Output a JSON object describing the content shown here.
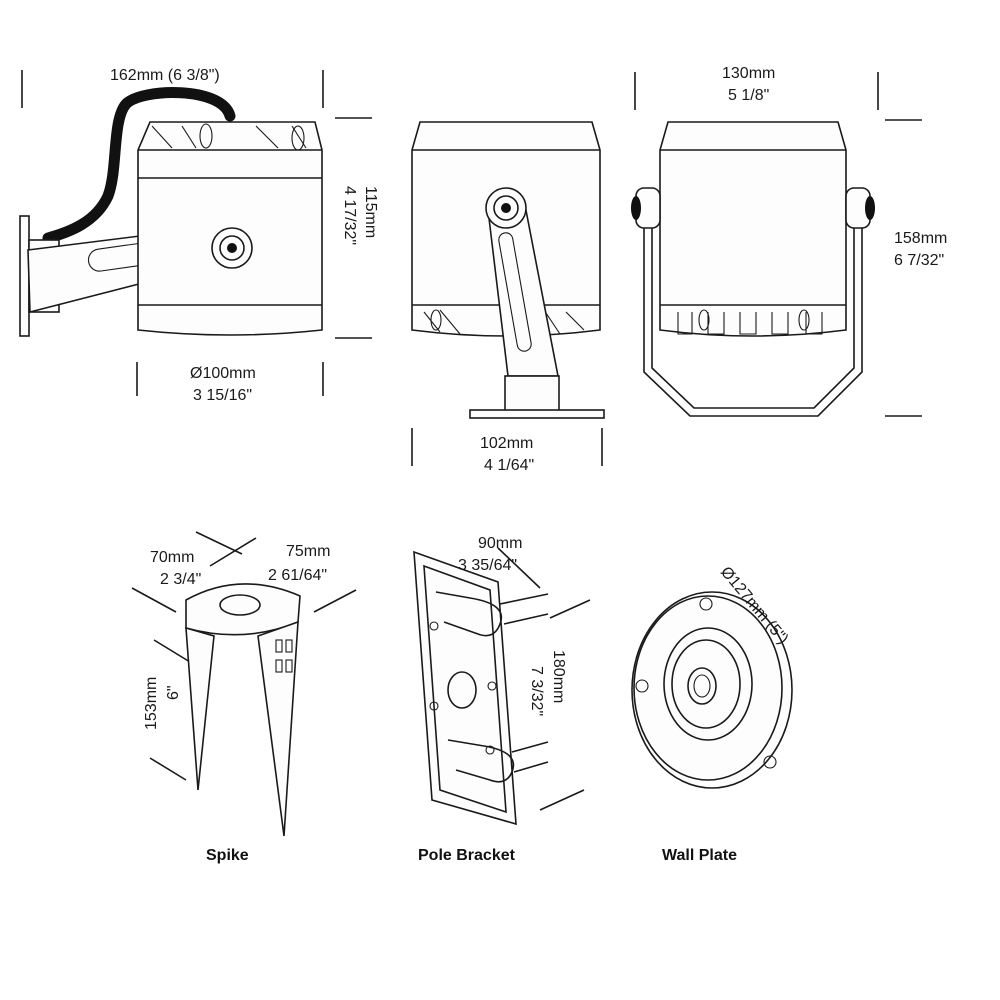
{
  "dimensions": {
    "side_width": "162mm (6 3/8\")",
    "side_height_mm": "115mm",
    "side_height_in": "4 17/32\"",
    "body_dia_mm": "Ø100mm",
    "body_dia_in": "3 15/16\"",
    "front_base_mm": "102mm",
    "front_base_in": "4 1/64\"",
    "rear_width_mm": "130mm",
    "rear_width_in": "5 1/8\"",
    "rear_height_mm": "158mm",
    "rear_height_in": "6 7/32\"",
    "spike_a_mm": "70mm",
    "spike_a_in": "2 3/4\"",
    "spike_b_mm": "75mm",
    "spike_b_in": "2 61/64\"",
    "spike_h_mm": "153mm",
    "spike_h_in": "6\"",
    "pole_w_mm": "90mm",
    "pole_w_in": "3 35/64\"",
    "pole_h_mm": "180mm",
    "pole_h_in": "7 3/32\"",
    "wall_plate_dia": "Ø127mm (5\")"
  },
  "captions": {
    "spike": "Spike",
    "pole_bracket": "Pole Bracket",
    "wall_plate": "Wall Plate"
  }
}
